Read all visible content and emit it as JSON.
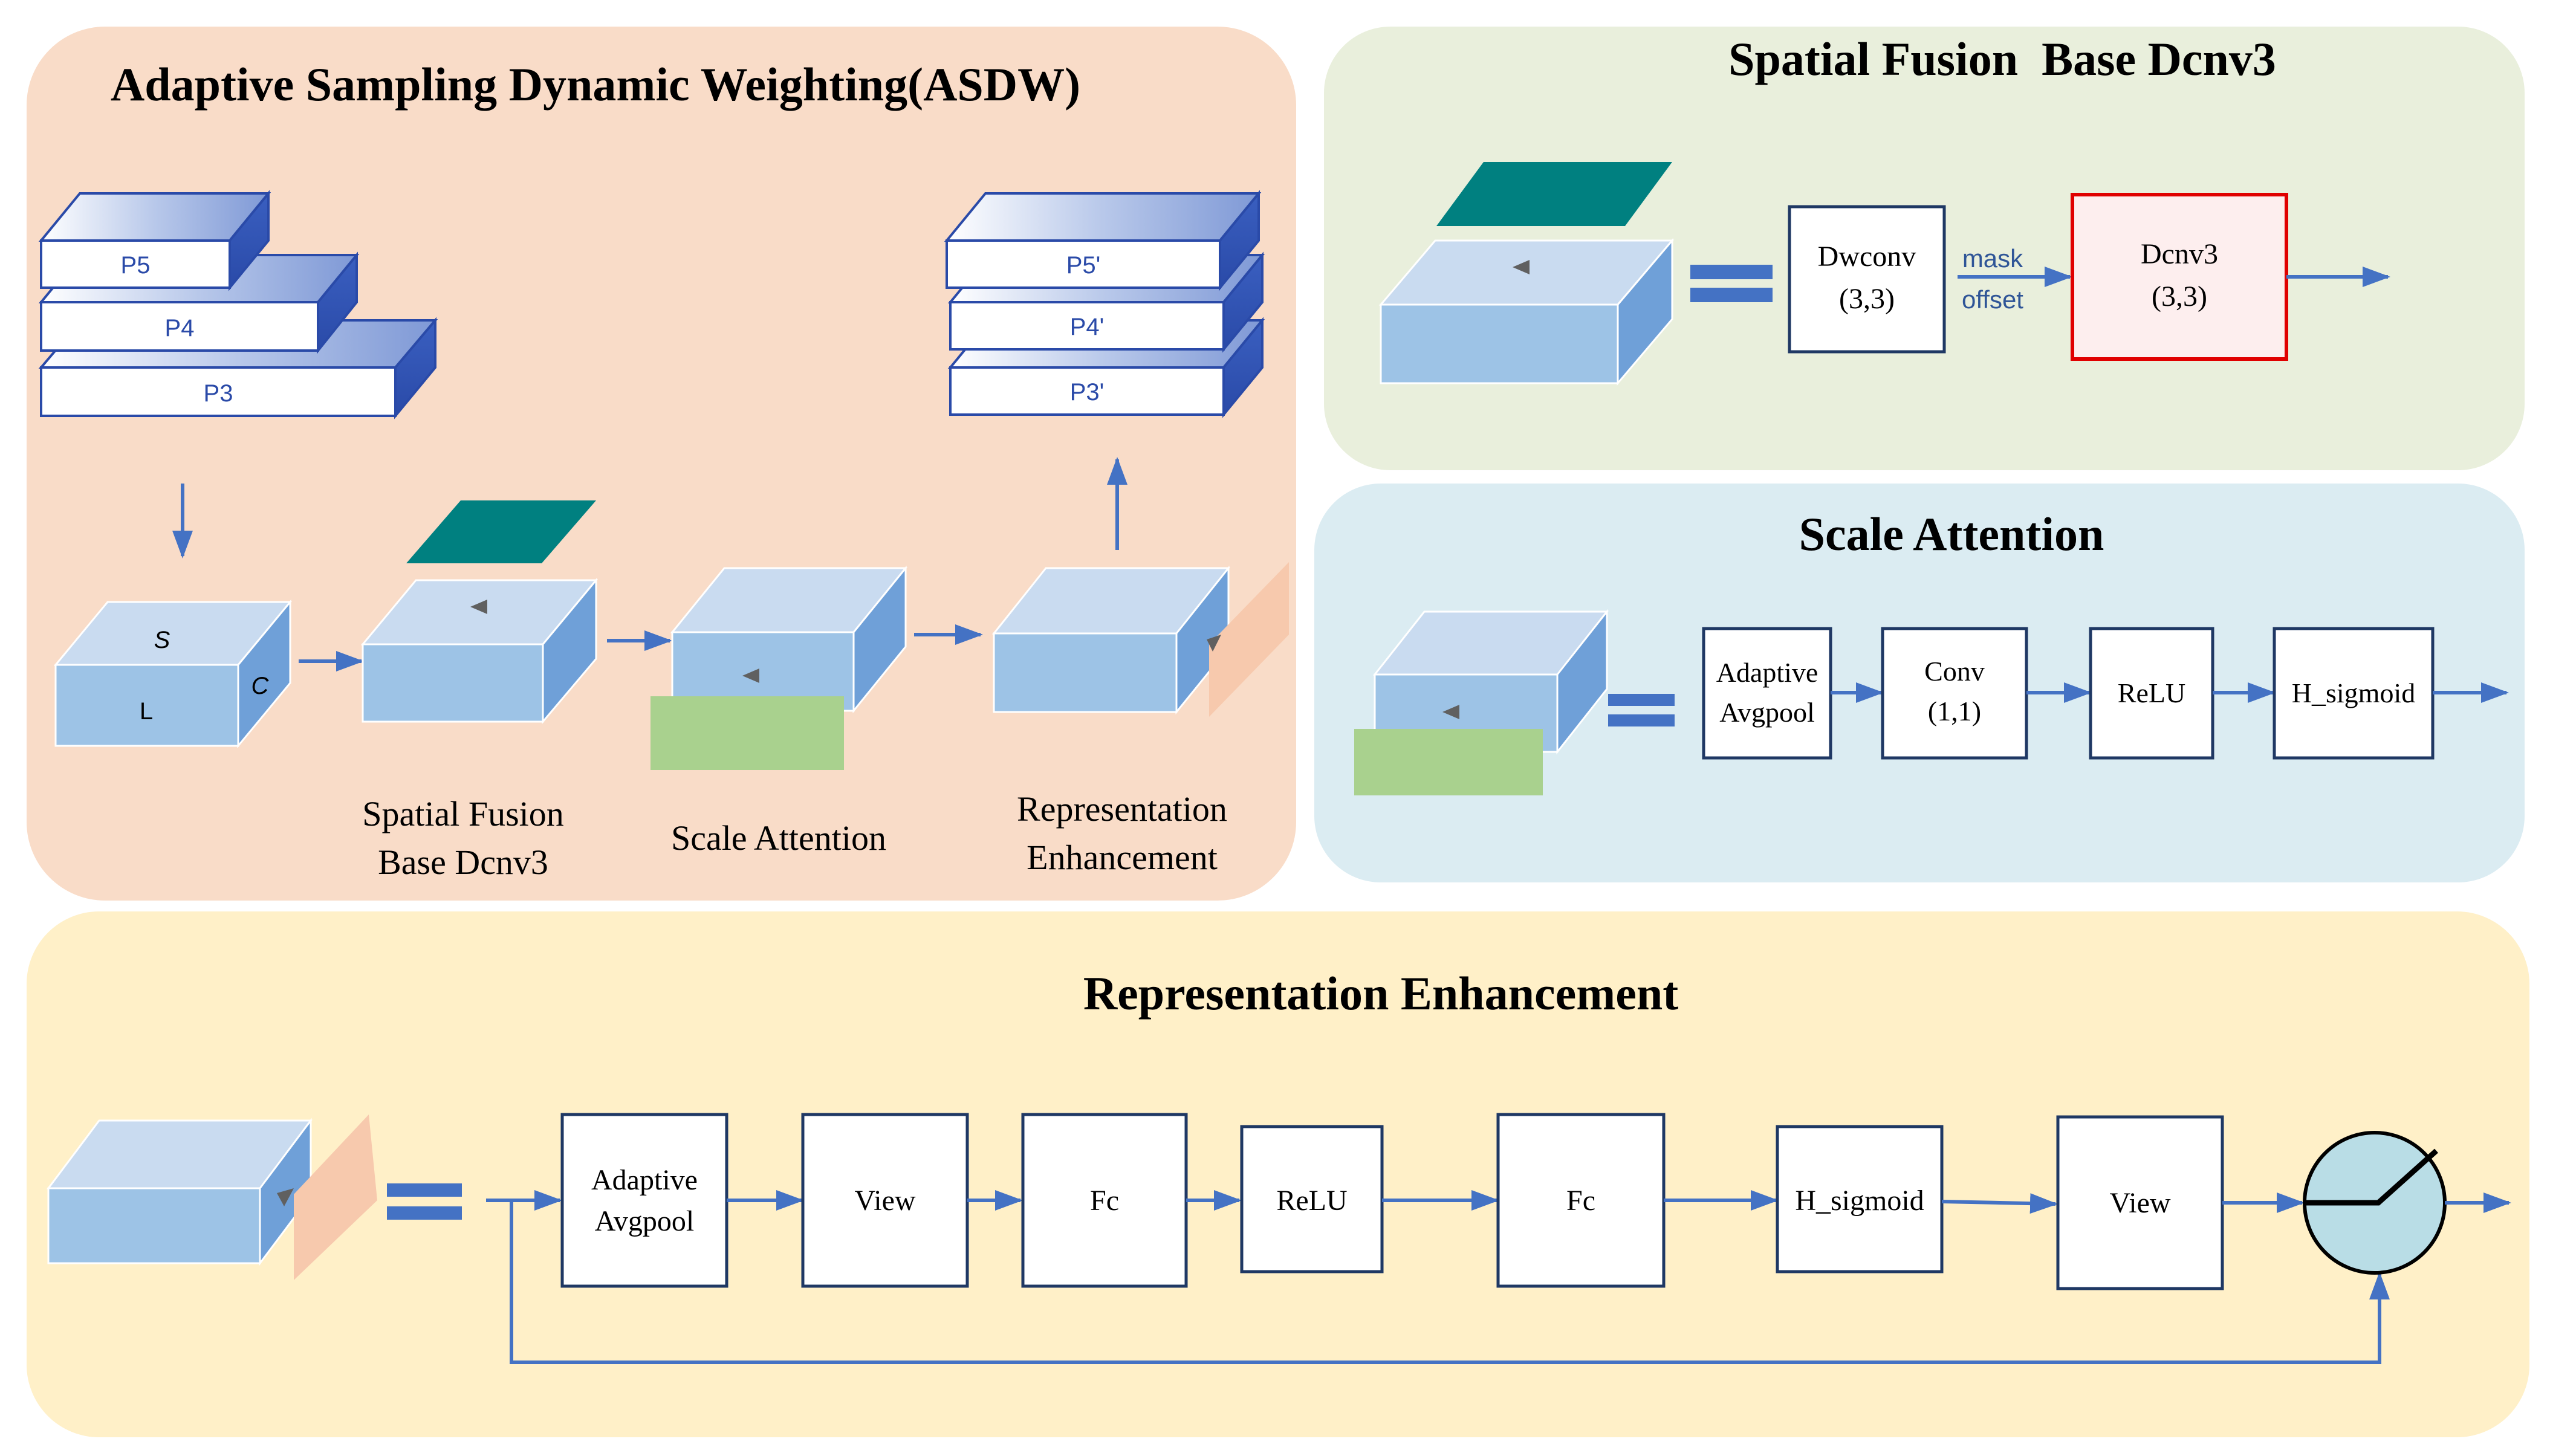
{
  "colors": {
    "asdw_panel": "#f9dcc8",
    "spatial_panel": "#e9efdc",
    "scale_panel": "#dbecf2",
    "repr_panel": "#fff0c8",
    "box_front": "#9dc3e6",
    "box_top": "#c9dbf0",
    "box_side": "#6fa0d8",
    "arrow": "#4472c4",
    "teal": "#008080",
    "green": "#a9d18e",
    "peach": "#f7c9ad",
    "dcn_border": "#e00000",
    "dcn_fill": "#fdeeee",
    "circle_fill": "#b9dde6"
  },
  "asdw": {
    "title": "Adaptive Sampling Dynamic Weighting(ASDW)",
    "inputs": [
      "P5",
      "P4",
      "P3"
    ],
    "outputs": [
      "P5'",
      "P4'",
      "P3'"
    ],
    "dim_s": "S",
    "dim_l": "L",
    "dim_c": "C",
    "stage1_line1": "Spatial Fusion",
    "stage1_line2": "Base Dcnv3",
    "stage2": "Scale Attention",
    "stage3_line1": "Representation",
    "stage3_line2": "Enhancement"
  },
  "spatial": {
    "title": "Spatial Fusion  Base Dcnv3",
    "dwconv_line1": "Dwconv",
    "dwconv_line2": "(3,3)",
    "mask": "mask",
    "offset": "offset",
    "dcnv3_line1": "Dcnv3",
    "dcnv3_line2": "(3,3)"
  },
  "scale": {
    "title": "Scale Attention",
    "avgpool_line1": "Adaptive",
    "avgpool_line2": "Avgpool",
    "conv_line1": "Conv",
    "conv_line2": "(1,1)",
    "relu": "ReLU",
    "hsig": "H_sigmoid"
  },
  "repr": {
    "title": "Representation Enhancement",
    "avgpool_line1": "Adaptive",
    "avgpool_line2": "Avgpool",
    "view1": "View",
    "fc1": "Fc",
    "relu": "ReLU",
    "fc2": "Fc",
    "hsig": "H_sigmoid",
    "view2": "View"
  }
}
